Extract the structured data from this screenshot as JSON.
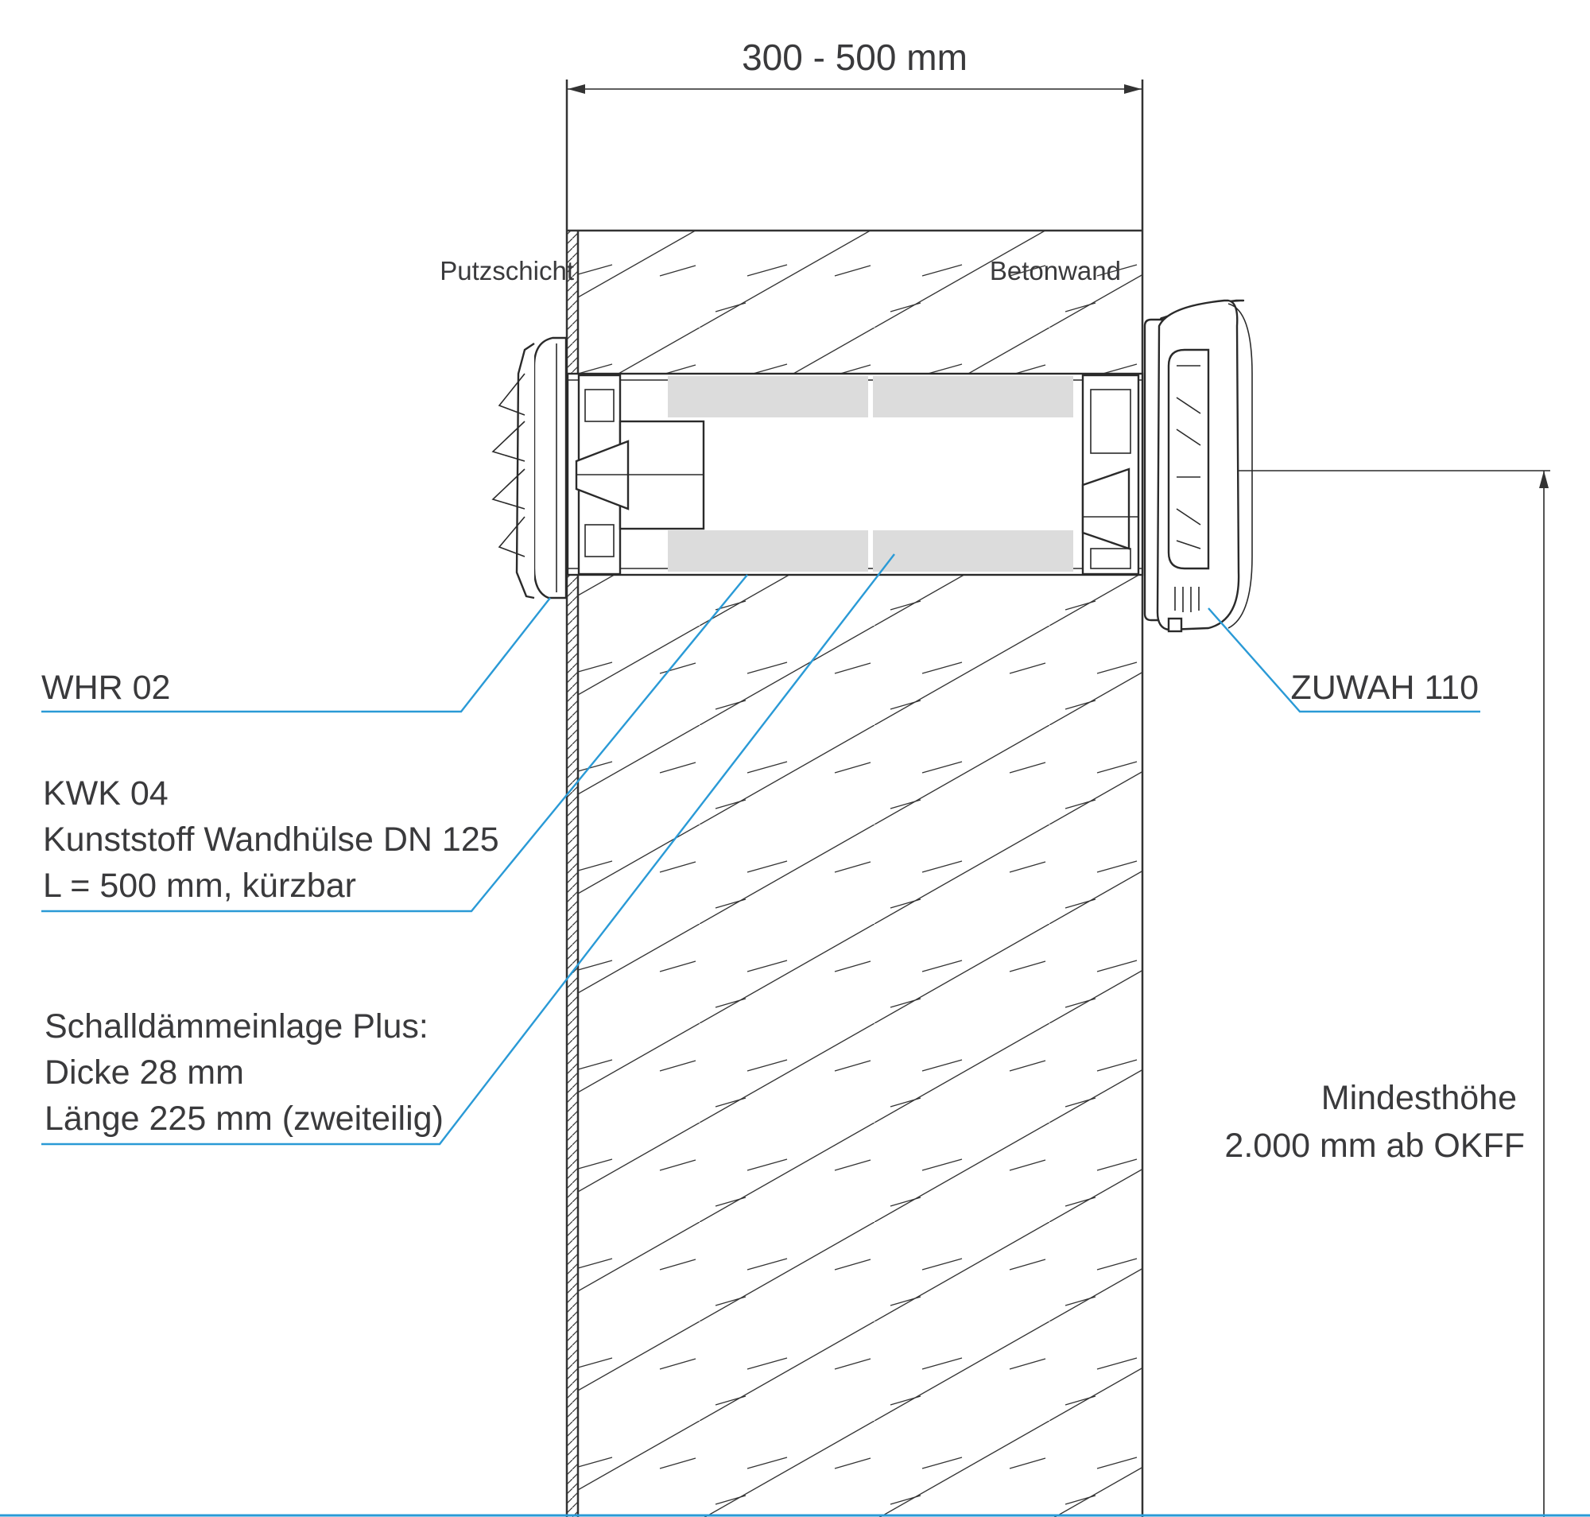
{
  "dimension_top": "300 - 500 mm",
  "layers": {
    "plaster": "Putzschicht",
    "wall": "Betonwand"
  },
  "callouts": {
    "outer_grille": "WHR 02",
    "indoor_unit": "ZUWAH 110",
    "sleeve": {
      "line1": "KWK 04",
      "line2": "Kunststoff Wandhülse DN 125",
      "line3": "L = 500 mm, kürzbar"
    },
    "insulation": {
      "line1": "Schalldämmeinlage Plus:",
      "line2": "Dicke 28 mm",
      "line3": "Länge 225 mm (zweiteilig)"
    }
  },
  "min_height": {
    "line1": "Mindesthöhe",
    "line2": "2.000 mm ab OKFF"
  },
  "colors": {
    "leader": "#2a9ad6",
    "line": "#333333",
    "insulation": "#dcdcdc",
    "text": "#3a3a3c"
  }
}
